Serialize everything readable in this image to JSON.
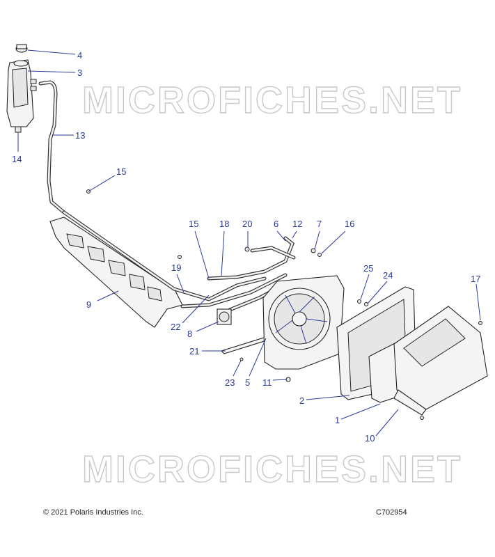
{
  "callouts": [
    {
      "num": "4"
    },
    {
      "num": "3"
    },
    {
      "num": "13"
    },
    {
      "num": "14"
    },
    {
      "num": "15"
    },
    {
      "num": "15"
    },
    {
      "num": "18"
    },
    {
      "num": "20"
    },
    {
      "num": "6"
    },
    {
      "num": "12"
    },
    {
      "num": "7"
    },
    {
      "num": "16"
    },
    {
      "num": "19"
    },
    {
      "num": "9"
    },
    {
      "num": "22"
    },
    {
      "num": "8"
    },
    {
      "num": "25"
    },
    {
      "num": "24"
    },
    {
      "num": "17"
    },
    {
      "num": "21"
    },
    {
      "num": "23"
    },
    {
      "num": "5"
    },
    {
      "num": "11"
    },
    {
      "num": "2"
    },
    {
      "num": "1"
    },
    {
      "num": "10"
    }
  ],
  "watermark": {
    "top": "MICROFICHES.NET",
    "bottom": "MICROFICHES.NET"
  },
  "footer": {
    "copyright": "© 2021 Polaris Industries Inc.",
    "code": "C702954"
  },
  "colors": {
    "callout": "#2a3a9a",
    "line": "#222222",
    "watermark": "#c8c8c8"
  }
}
